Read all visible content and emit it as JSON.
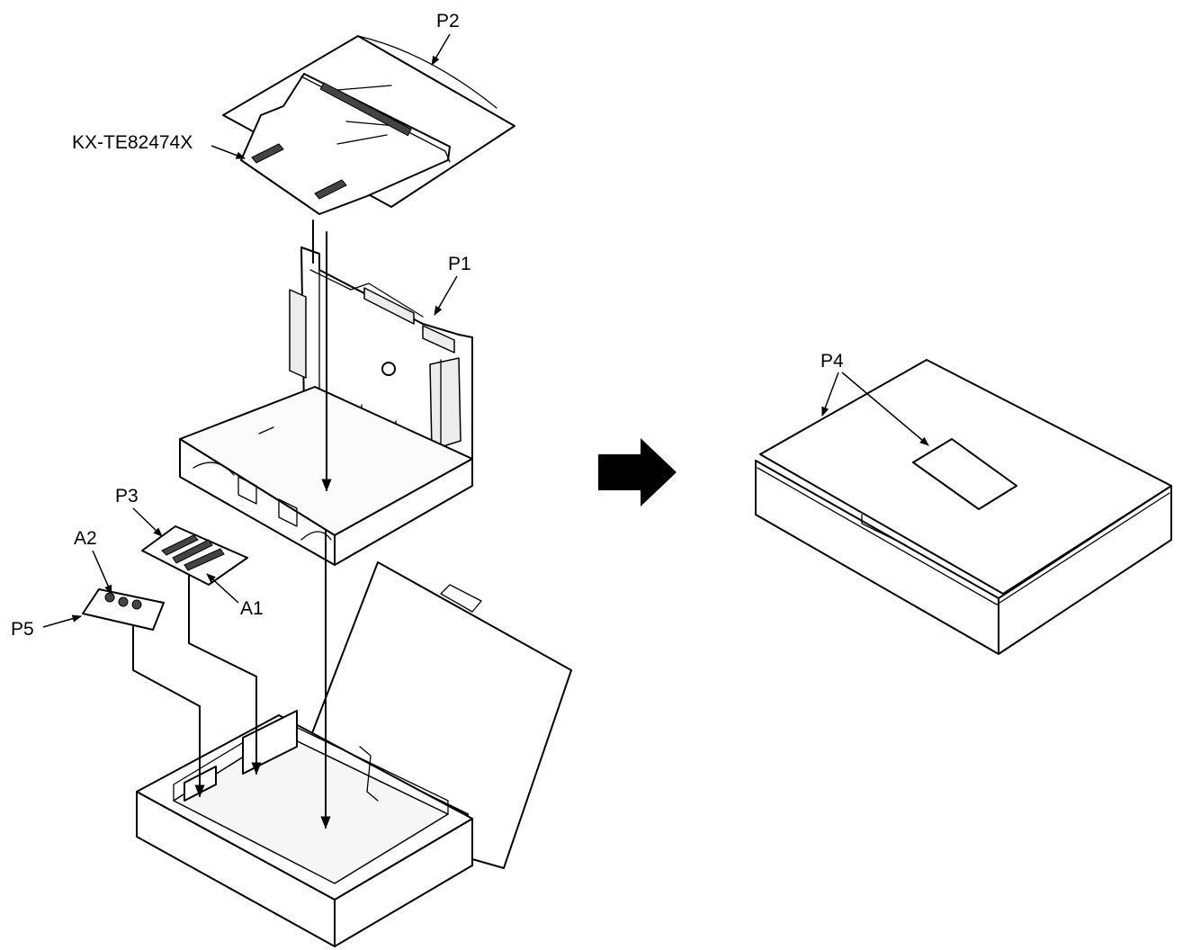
{
  "labels": {
    "p1": "P1",
    "p2": "P2",
    "p3": "P3",
    "p4": "P4",
    "p5": "P5",
    "a1": "A1",
    "a2": "A2",
    "model": "KX-TE82474X"
  },
  "icons": {
    "step_arrow": "right-arrow-icon"
  }
}
